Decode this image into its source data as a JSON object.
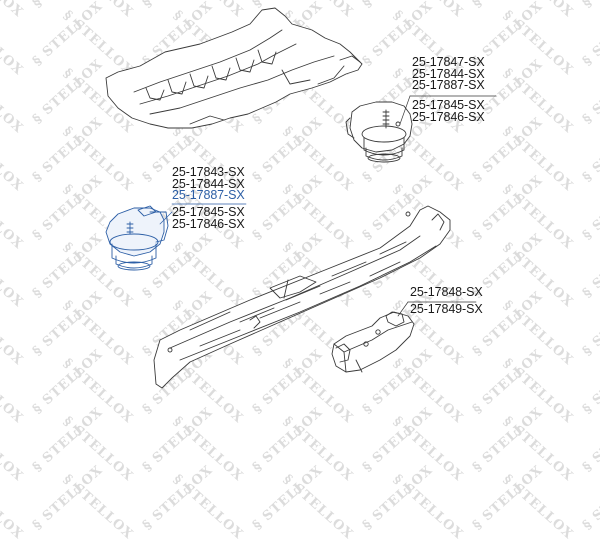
{
  "diagram": {
    "type": "exploded-parts-diagram",
    "watermark_text": "STELLOX",
    "colors": {
      "line": "#3a3a3a",
      "highlight": "#2d5fa6",
      "highlight_fill": "#e8eef8",
      "watermark": "#dcdcdc",
      "background": "#ffffff"
    },
    "parts": [
      {
        "id": "underbody-shield",
        "name": "Engine underbody shield"
      },
      {
        "id": "mount-right",
        "name": "Engine mount (right)"
      },
      {
        "id": "mount-left",
        "name": "Engine mount (left)",
        "highlighted": true
      },
      {
        "id": "crossmember",
        "name": "Subframe crossmember"
      },
      {
        "id": "gearbox-mount",
        "name": "Gearbox mount"
      }
    ],
    "labels": {
      "mount_right_upper": [
        "25-17847-SX",
        "25-17844-SX",
        "25-17887-SX"
      ],
      "mount_right_lower": [
        "25-17845-SX",
        "25-17846-SX"
      ],
      "mount_left_upper": [
        "25-17843-SX",
        "25-17844-SX",
        "25-17887-SX"
      ],
      "mount_left_lower": [
        "25-17845-SX",
        "25-17846-SX"
      ],
      "gearbox_mount": [
        "25-17848-SX",
        "25-17849-SX"
      ]
    },
    "highlighted_label": "25-17887-SX"
  }
}
